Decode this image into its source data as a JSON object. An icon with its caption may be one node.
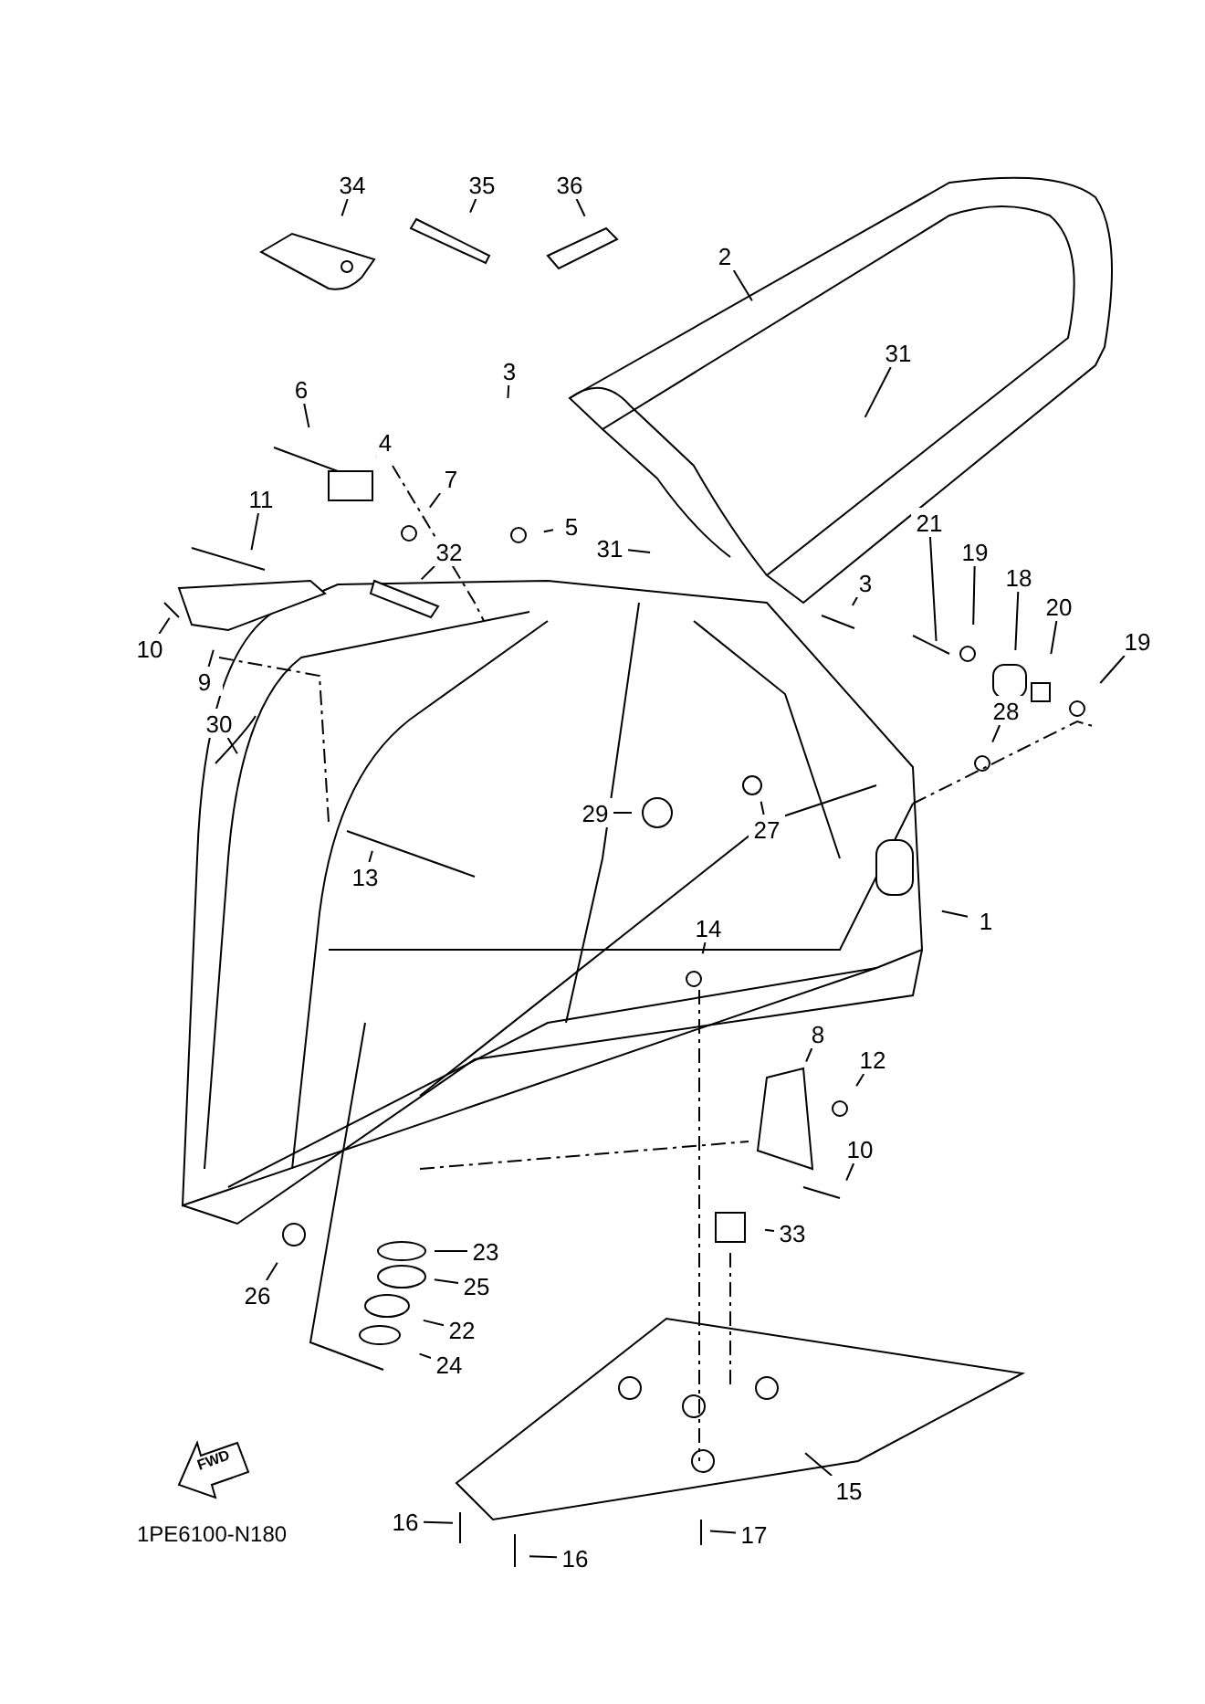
{
  "diagram": {
    "nodes": [
      {
        "text": [
          "34"
        ]
      },
      {
        "text": [
          "35"
        ]
      },
      {
        "text": [
          "36"
        ]
      },
      {
        "text": [
          "2"
        ]
      },
      {
        "text": [
          "6"
        ]
      },
      {
        "text": [
          "4"
        ]
      },
      {
        "text": [
          "3"
        ]
      },
      {
        "text": [
          "7"
        ]
      },
      {
        "text": [
          "31"
        ]
      },
      {
        "text": [
          "5"
        ]
      },
      {
        "text": [
          "31"
        ]
      },
      {
        "text": [
          "11"
        ]
      },
      {
        "text": [
          "32"
        ]
      },
      {
        "text": [
          "3"
        ]
      },
      {
        "text": [
          "21"
        ]
      },
      {
        "text": [
          "19"
        ]
      },
      {
        "text": [
          "18"
        ]
      },
      {
        "text": [
          "20"
        ]
      },
      {
        "text": [
          "19"
        ]
      },
      {
        "text": [
          "10"
        ]
      },
      {
        "text": [
          "9"
        ]
      },
      {
        "text": [
          "30"
        ]
      },
      {
        "text": [
          "28"
        ]
      },
      {
        "text": [
          "29"
        ]
      },
      {
        "text": [
          "27"
        ]
      },
      {
        "text": [
          "13"
        ]
      },
      {
        "text": [
          "14"
        ]
      },
      {
        "text": [
          "1"
        ]
      },
      {
        "text": [
          "8"
        ]
      },
      {
        "text": [
          "12"
        ]
      },
      {
        "text": [
          "10"
        ]
      },
      {
        "text": [
          "33"
        ]
      },
      {
        "text": [
          "23"
        ]
      },
      {
        "text": [
          "25"
        ]
      },
      {
        "text": [
          "22"
        ]
      },
      {
        "text": [
          "24"
        ]
      },
      {
        "text": [
          "26"
        ]
      },
      {
        "text": [
          "15"
        ]
      },
      {
        "text": [
          "16"
        ]
      },
      {
        "text": [
          "16"
        ]
      },
      {
        "text": [
          "17"
        ]
      }
    ],
    "edges": [
      {
        "from": 0,
        "to": null,
        "arrow": "none"
      },
      {
        "from": 1,
        "to": null,
        "arrow": "none"
      },
      {
        "from": 2,
        "to": null,
        "arrow": "none"
      },
      {
        "from": 3,
        "to": null,
        "arrow": "none"
      },
      {
        "from": 4,
        "to": null,
        "arrow": "none"
      },
      {
        "from": 5,
        "to": null,
        "arrow": "none"
      },
      {
        "from": 6,
        "to": null,
        "arrow": "none"
      },
      {
        "from": 7,
        "to": null,
        "arrow": "none"
      },
      {
        "from": 8,
        "to": null,
        "arrow": "none"
      },
      {
        "from": 9,
        "to": null,
        "arrow": "none"
      },
      {
        "from": 10,
        "to": null,
        "arrow": "none"
      },
      {
        "from": 11,
        "to": null,
        "arrow": "none"
      },
      {
        "from": 12,
        "to": null,
        "arrow": "none"
      },
      {
        "from": 13,
        "to": null,
        "arrow": "none"
      },
      {
        "from": 14,
        "to": null,
        "arrow": "none"
      },
      {
        "from": 15,
        "to": null,
        "arrow": "none"
      },
      {
        "from": 16,
        "to": null,
        "arrow": "none"
      },
      {
        "from": 17,
        "to": null,
        "arrow": "none"
      },
      {
        "from": 18,
        "to": null,
        "arrow": "none"
      },
      {
        "from": 19,
        "to": null,
        "arrow": "none"
      },
      {
        "from": 20,
        "to": null,
        "arrow": "none"
      },
      {
        "from": 21,
        "to": null,
        "arrow": "none"
      },
      {
        "from": 22,
        "to": null,
        "arrow": "none"
      },
      {
        "from": 23,
        "to": null,
        "arrow": "none"
      },
      {
        "from": 24,
        "to": null,
        "arrow": "none"
      },
      {
        "from": 25,
        "to": null,
        "arrow": "none"
      },
      {
        "from": 26,
        "to": null,
        "arrow": "none"
      },
      {
        "from": 27,
        "to": null,
        "arrow": "none"
      },
      {
        "from": 28,
        "to": null,
        "arrow": "none"
      },
      {
        "from": 29,
        "to": null,
        "arrow": "none"
      },
      {
        "from": 30,
        "to": null,
        "arrow": "none"
      },
      {
        "from": 31,
        "to": null,
        "arrow": "none"
      },
      {
        "from": 32,
        "to": null,
        "arrow": "none"
      },
      {
        "from": 33,
        "to": null,
        "arrow": "none"
      },
      {
        "from": 34,
        "to": null,
        "arrow": "none"
      },
      {
        "from": 35,
        "to": null,
        "arrow": "none"
      },
      {
        "from": 36,
        "to": null,
        "arrow": "none"
      },
      {
        "from": 37,
        "to": null,
        "arrow": "none"
      },
      {
        "from": 38,
        "to": null,
        "arrow": "none"
      },
      {
        "from": 39,
        "to": null,
        "arrow": "none"
      },
      {
        "from": 40,
        "to": null,
        "arrow": "none"
      }
    ],
    "labels": [
      "FWD",
      "1PE6100-N180"
    ]
  }
}
